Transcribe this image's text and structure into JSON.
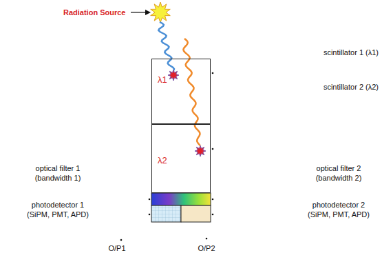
{
  "diagram": {
    "nodes": [
      {
        "text": [
          "λ1"
        ]
      },
      {
        "text": [
          "λ2"
        ]
      }
    ],
    "labels": [
      "Radiation Source",
      "scintillator 1 (λ1)",
      "scintillator 2 (λ2)",
      "optical filter 1 (bandwidth 1)",
      "optical filter 2 (bandwidth 2)",
      "photodetector 1 (SiPM, PMT, APD)",
      "photodetector 2 (SiPM, PMT, APD)",
      "O/P1",
      "O/P2"
    ]
  }
}
